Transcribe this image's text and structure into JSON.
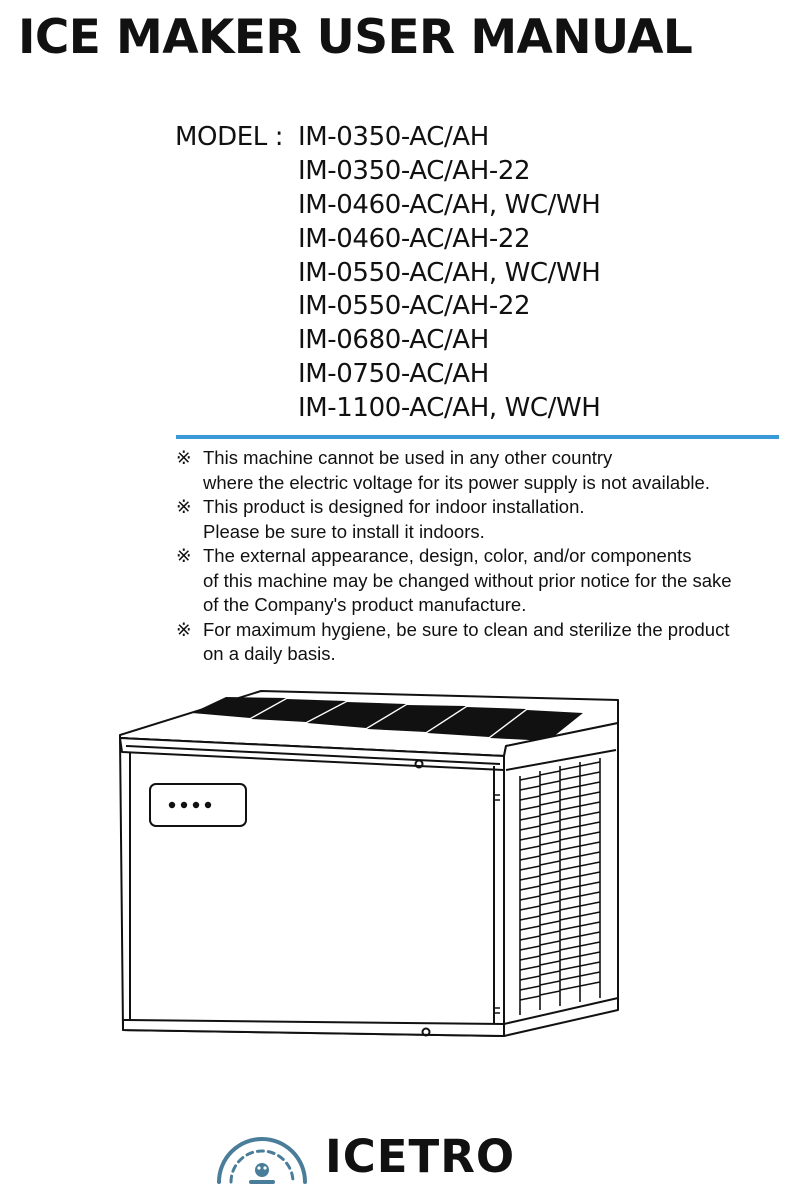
{
  "document": {
    "title": "ICE MAKER USER MANUAL",
    "model_label": "MODEL : ",
    "models": [
      "IM-0350-AC/AH",
      "IM-0350-AC/AH-22",
      "IM-0460-AC/AH, WC/WH",
      "IM-0460-AC/AH-22",
      "IM-0550-AC/AH, WC/WH",
      "IM-0550-AC/AH-22",
      "IM-0680-AC/AH",
      "IM-0750-AC/AH",
      "IM-1100-AC/AH, WC/WH"
    ],
    "accent_color": "#3a9ad9",
    "note_mark": "※",
    "notes": [
      [
        "This machine cannot be used in any other country",
        "where the electric voltage for its power supply is not available."
      ],
      [
        "This product is designed for indoor installation.",
        "Please be sure to install it indoors."
      ],
      [
        "The external appearance, design, color, and/or components",
        "of this machine may be changed without prior notice for the sake",
        "of the Company's product manufacture."
      ],
      [
        "For maximum hygiene, be sure to clean and sterilize the product",
        "on a daily basis."
      ]
    ]
  },
  "illustration": {
    "icon": "ice-maker-unit-illustration",
    "indicator_lights": 4
  },
  "brand": {
    "name": "ICETRO",
    "logo_icon": "icetro-dome-logo-icon",
    "logo_color": "#4a7d99"
  }
}
